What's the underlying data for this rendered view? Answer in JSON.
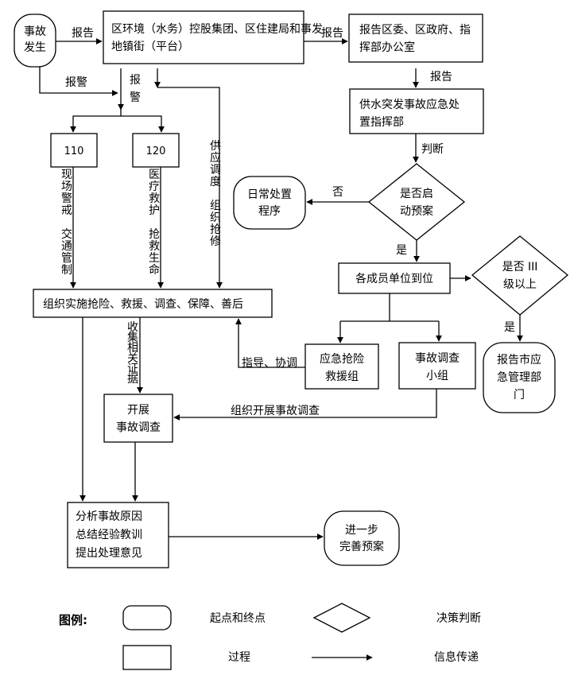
{
  "nodes": {
    "start_event": [
      "事故",
      "发生"
    ],
    "env_group": [
      "区环境（水务）控股集团、区住建局和事发",
      "地镇街（平台）"
    ],
    "report_gov": [
      "报告区委、区政府、指",
      "挥部办公室"
    ],
    "hq": [
      "供水突发事故应急处",
      "置指挥部"
    ],
    "decision_plan": [
      "是否启",
      "动预案"
    ],
    "daily": [
      "日常处置",
      "程序"
    ],
    "n110": "110",
    "n120": "120",
    "members": "各成员单位到位",
    "decision_level": [
      "是否 III",
      "级以上"
    ],
    "report_city": [
      "报告市应",
      "急管理部",
      "门"
    ],
    "organize": "组织实施抢险、救援、调查、保障、善后",
    "rescue_group": [
      "应急抢险",
      "救援组"
    ],
    "investigate_group": [
      "事故调查",
      "小组"
    ],
    "carry_out": [
      "开展",
      "事故调查"
    ],
    "analyze": [
      "分析事故原因",
      "总结经验教训",
      "提出处理意见"
    ],
    "improve": [
      "进一步",
      "完善预案"
    ]
  },
  "edge_labels": {
    "report1": "报告",
    "report2": "报告",
    "report3": "报告",
    "alarm_h": "报警",
    "alarm_v": "报警",
    "judge": "判断",
    "no": "否",
    "yes1": "是",
    "yes2": "是",
    "police": "现场警戒 交通管制",
    "medical": "医疗救护 抢救生命",
    "supply": "供应调度 组织抢修",
    "evidence": "收集相关证据",
    "guide": "指导、协调",
    "carry_out_inv": "组织开展事故调查"
  },
  "legend": {
    "title": "图例:",
    "terminal": "起点和终点",
    "decision": "决策判断",
    "process": "过程",
    "flow": "信息传递"
  }
}
